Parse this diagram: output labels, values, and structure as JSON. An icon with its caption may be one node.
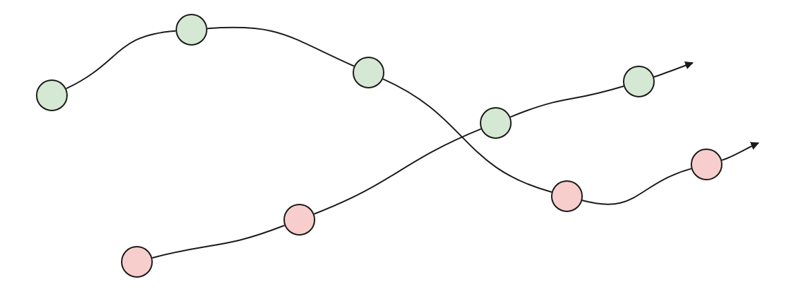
{
  "diagram": {
    "nodes": [
      {
        "text": [],
        "shape": "circle"
      },
      {
        "text": [],
        "shape": "circle"
      },
      {
        "text": [],
        "shape": "circle"
      },
      {
        "text": [],
        "shape": "circle"
      },
      {
        "text": [],
        "shape": "circle"
      },
      {
        "text": [],
        "shape": "circle"
      },
      {
        "text": [],
        "shape": "circle"
      },
      {
        "text": [],
        "shape": "circle"
      },
      {
        "text": [],
        "shape": "circle"
      }
    ],
    "edges": [
      {
        "from": 0,
        "to": 2,
        "arrow": "none"
      },
      {
        "from": 2,
        "to": 4,
        "arrow": "none"
      },
      {
        "from": 4,
        "to": 6,
        "arrow": "none"
      },
      {
        "from": 6,
        "to": 8,
        "arrow": "none"
      },
      {
        "from": 8,
        "to": null,
        "arrow": "to"
      },
      {
        "from": 1,
        "to": 3,
        "arrow": "none"
      },
      {
        "from": 3,
        "to": 5,
        "arrow": "none"
      },
      {
        "from": 5,
        "to": 7,
        "arrow": "none"
      },
      {
        "from": 7,
        "to": null,
        "arrow": "to"
      }
    ]
  }
}
